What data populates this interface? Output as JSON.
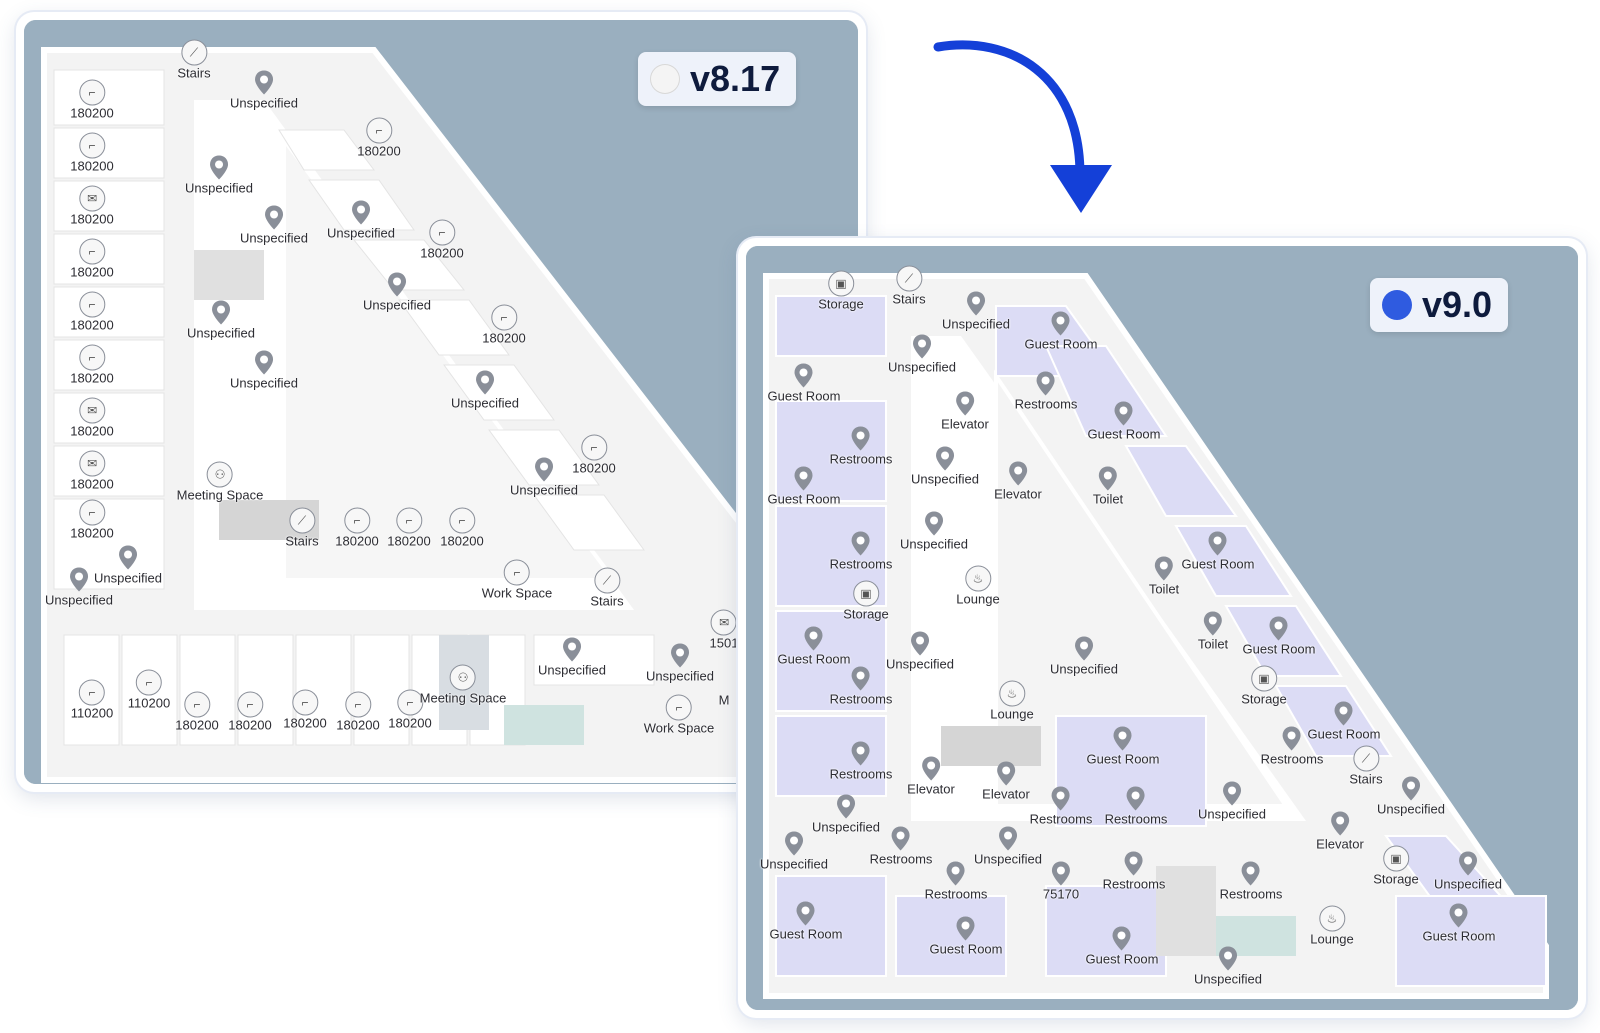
{
  "versions": {
    "old": {
      "label": "v8.17",
      "dot_color": "#f4f4f4"
    },
    "new": {
      "label": "v9.0",
      "dot_color": "#2f5be0"
    }
  },
  "colors": {
    "water": "#9aafbf",
    "floor": "#f3f3f3",
    "wall": "#ffffff",
    "room_highlight": "#dcdcf5",
    "arrow": "#1440d8"
  },
  "old_map": {
    "pois": [
      {
        "label": "Stairs",
        "icon": "stairs-icon",
        "kind": "circle"
      },
      {
        "label": "Unspecified",
        "icon": "location-pin-icon",
        "kind": "pin"
      },
      {
        "label": "180200",
        "icon": "desk-icon",
        "kind": "circle"
      },
      {
        "label": "180200",
        "icon": "desk-icon",
        "kind": "circle"
      },
      {
        "label": "180200",
        "icon": "mail-icon",
        "kind": "circle"
      },
      {
        "label": "180200",
        "icon": "desk-icon",
        "kind": "circle"
      },
      {
        "label": "180200",
        "icon": "desk-icon",
        "kind": "circle"
      },
      {
        "label": "180200",
        "icon": "desk-icon",
        "kind": "circle"
      },
      {
        "label": "180200",
        "icon": "mail-icon",
        "kind": "circle"
      },
      {
        "label": "180200",
        "icon": "mail-icon",
        "kind": "circle"
      },
      {
        "label": "180200",
        "icon": "desk-icon",
        "kind": "circle"
      },
      {
        "label": "Unspecified",
        "icon": "location-pin-icon",
        "kind": "pin"
      },
      {
        "label": "Unspecified",
        "icon": "location-pin-icon",
        "kind": "pin"
      },
      {
        "label": "Unspecified",
        "icon": "location-pin-icon",
        "kind": "pin"
      },
      {
        "label": "180200",
        "icon": "desk-icon",
        "kind": "circle"
      },
      {
        "label": "Unspecified",
        "icon": "location-pin-icon",
        "kind": "pin"
      },
      {
        "label": "Unspecified",
        "icon": "location-pin-icon",
        "kind": "pin"
      },
      {
        "label": "Unspecified",
        "icon": "location-pin-icon",
        "kind": "pin"
      },
      {
        "label": "180200",
        "icon": "desk-icon",
        "kind": "circle"
      },
      {
        "label": "Unspecified",
        "icon": "location-pin-icon",
        "kind": "pin"
      },
      {
        "label": "180200",
        "icon": "desk-icon",
        "kind": "circle"
      },
      {
        "label": "Unspecified",
        "icon": "location-pin-icon",
        "kind": "pin"
      },
      {
        "label": "180200",
        "icon": "desk-icon",
        "kind": "circle"
      },
      {
        "label": "Meeting Space",
        "icon": "people-icon",
        "kind": "circle"
      },
      {
        "label": "Stairs",
        "icon": "stairs-icon",
        "kind": "circle"
      },
      {
        "label": "180200",
        "icon": "desk-icon",
        "kind": "circle"
      },
      {
        "label": "180200",
        "icon": "desk-icon",
        "kind": "circle"
      },
      {
        "label": "180200",
        "icon": "desk-icon",
        "kind": "circle"
      },
      {
        "label": "Work Space",
        "icon": "desk-icon",
        "kind": "circle"
      },
      {
        "label": "Stairs",
        "icon": "stairs-icon",
        "kind": "circle"
      },
      {
        "label": "Unspecified",
        "icon": "location-pin-icon",
        "kind": "pin"
      },
      {
        "label": "Unspecified",
        "icon": "location-pin-icon",
        "kind": "pin"
      },
      {
        "label": "1501",
        "icon": "mail-icon",
        "kind": "circle"
      },
      {
        "label": "Unspecified",
        "icon": "location-pin-icon",
        "kind": "pin"
      },
      {
        "label": "Unspecified",
        "icon": "location-pin-icon",
        "kind": "pin"
      },
      {
        "label": "110200",
        "icon": "desk-icon",
        "kind": "circle"
      },
      {
        "label": "110200",
        "icon": "desk-icon",
        "kind": "circle"
      },
      {
        "label": "180200",
        "icon": "desk-icon",
        "kind": "circle"
      },
      {
        "label": "180200",
        "icon": "desk-icon",
        "kind": "circle"
      },
      {
        "label": "180200",
        "icon": "desk-icon",
        "kind": "circle"
      },
      {
        "label": "180200",
        "icon": "desk-icon",
        "kind": "circle"
      },
      {
        "label": "180200",
        "icon": "desk-icon",
        "kind": "circle"
      },
      {
        "label": "Meeting Space",
        "icon": "people-icon",
        "kind": "circle"
      },
      {
        "label": "Work Space",
        "icon": "desk-icon",
        "kind": "circle"
      },
      {
        "label": "M",
        "icon": "desk-icon",
        "kind": "text"
      }
    ]
  },
  "new_map": {
    "pois": [
      {
        "label": "Storage",
        "icon": "storage-icon",
        "kind": "circle"
      },
      {
        "label": "Stairs",
        "icon": "stairs-icon",
        "kind": "circle"
      },
      {
        "label": "Unspecified",
        "icon": "location-pin-icon",
        "kind": "pin"
      },
      {
        "label": "Guest Room",
        "icon": "location-pin-icon",
        "kind": "pin"
      },
      {
        "label": "Unspecified",
        "icon": "location-pin-icon",
        "kind": "pin"
      },
      {
        "label": "Guest Room",
        "icon": "location-pin-icon",
        "kind": "pin"
      },
      {
        "label": "Restrooms",
        "icon": "location-pin-icon",
        "kind": "pin"
      },
      {
        "label": "Elevator",
        "icon": "location-pin-icon",
        "kind": "pin"
      },
      {
        "label": "Guest Room",
        "icon": "location-pin-icon",
        "kind": "pin"
      },
      {
        "label": "Restrooms",
        "icon": "location-pin-icon",
        "kind": "pin"
      },
      {
        "label": "Unspecified",
        "icon": "location-pin-icon",
        "kind": "pin"
      },
      {
        "label": "Elevator",
        "icon": "location-pin-icon",
        "kind": "pin"
      },
      {
        "label": "Toilet",
        "icon": "location-pin-icon",
        "kind": "pin"
      },
      {
        "label": "Guest Room",
        "icon": "location-pin-icon",
        "kind": "pin"
      },
      {
        "label": "Unspecified",
        "icon": "location-pin-icon",
        "kind": "pin"
      },
      {
        "label": "Restrooms",
        "icon": "location-pin-icon",
        "kind": "pin"
      },
      {
        "label": "Guest Room",
        "icon": "location-pin-icon",
        "kind": "pin"
      },
      {
        "label": "Toilet",
        "icon": "location-pin-icon",
        "kind": "pin"
      },
      {
        "label": "Lounge",
        "icon": "lounge-icon",
        "kind": "circle"
      },
      {
        "label": "Storage",
        "icon": "storage-icon",
        "kind": "circle"
      },
      {
        "label": "Toilet",
        "icon": "location-pin-icon",
        "kind": "pin"
      },
      {
        "label": "Guest Room",
        "icon": "location-pin-icon",
        "kind": "pin"
      },
      {
        "label": "Guest Room",
        "icon": "location-pin-icon",
        "kind": "pin"
      },
      {
        "label": "Unspecified",
        "icon": "location-pin-icon",
        "kind": "pin"
      },
      {
        "label": "Unspecified",
        "icon": "location-pin-icon",
        "kind": "pin"
      },
      {
        "label": "Restrooms",
        "icon": "location-pin-icon",
        "kind": "pin"
      },
      {
        "label": "Storage",
        "icon": "storage-icon",
        "kind": "circle"
      },
      {
        "label": "Lounge",
        "icon": "lounge-icon",
        "kind": "circle"
      },
      {
        "label": "Guest Room",
        "icon": "location-pin-icon",
        "kind": "pin"
      },
      {
        "label": "Guest Room",
        "icon": "location-pin-icon",
        "kind": "pin"
      },
      {
        "label": "Restrooms",
        "icon": "location-pin-icon",
        "kind": "pin"
      },
      {
        "label": "Restrooms",
        "icon": "location-pin-icon",
        "kind": "pin"
      },
      {
        "label": "Elevator",
        "icon": "location-pin-icon",
        "kind": "pin"
      },
      {
        "label": "Elevator",
        "icon": "location-pin-icon",
        "kind": "pin"
      },
      {
        "label": "Stairs",
        "icon": "stairs-icon",
        "kind": "circle"
      },
      {
        "label": "Unspecified",
        "icon": "location-pin-icon",
        "kind": "pin"
      },
      {
        "label": "Restrooms",
        "icon": "location-pin-icon",
        "kind": "pin"
      },
      {
        "label": "Restrooms",
        "icon": "location-pin-icon",
        "kind": "pin"
      },
      {
        "label": "Unspecified",
        "icon": "location-pin-icon",
        "kind": "pin"
      },
      {
        "label": "Elevator",
        "icon": "location-pin-icon",
        "kind": "pin"
      },
      {
        "label": "Unspecified",
        "icon": "location-pin-icon",
        "kind": "pin"
      },
      {
        "label": "Restrooms",
        "icon": "location-pin-icon",
        "kind": "pin"
      },
      {
        "label": "Unspecified",
        "icon": "location-pin-icon",
        "kind": "pin"
      },
      {
        "label": "Unspecified",
        "icon": "location-pin-icon",
        "kind": "pin"
      },
      {
        "label": "Restrooms",
        "icon": "location-pin-icon",
        "kind": "pin"
      },
      {
        "label": "75170",
        "icon": "location-pin-icon",
        "kind": "pin"
      },
      {
        "label": "Restrooms",
        "icon": "location-pin-icon",
        "kind": "pin"
      },
      {
        "label": "Restrooms",
        "icon": "location-pin-icon",
        "kind": "pin"
      },
      {
        "label": "Storage",
        "icon": "storage-icon",
        "kind": "circle"
      },
      {
        "label": "Unspecified",
        "icon": "location-pin-icon",
        "kind": "pin"
      },
      {
        "label": "Guest Room",
        "icon": "location-pin-icon",
        "kind": "pin"
      },
      {
        "label": "Guest Room",
        "icon": "location-pin-icon",
        "kind": "pin"
      },
      {
        "label": "Guest Room",
        "icon": "location-pin-icon",
        "kind": "pin"
      },
      {
        "label": "Lounge",
        "icon": "lounge-icon",
        "kind": "circle"
      },
      {
        "label": "Guest Room",
        "icon": "location-pin-icon",
        "kind": "pin"
      },
      {
        "label": "Unspecified",
        "icon": "location-pin-icon",
        "kind": "pin"
      }
    ]
  }
}
